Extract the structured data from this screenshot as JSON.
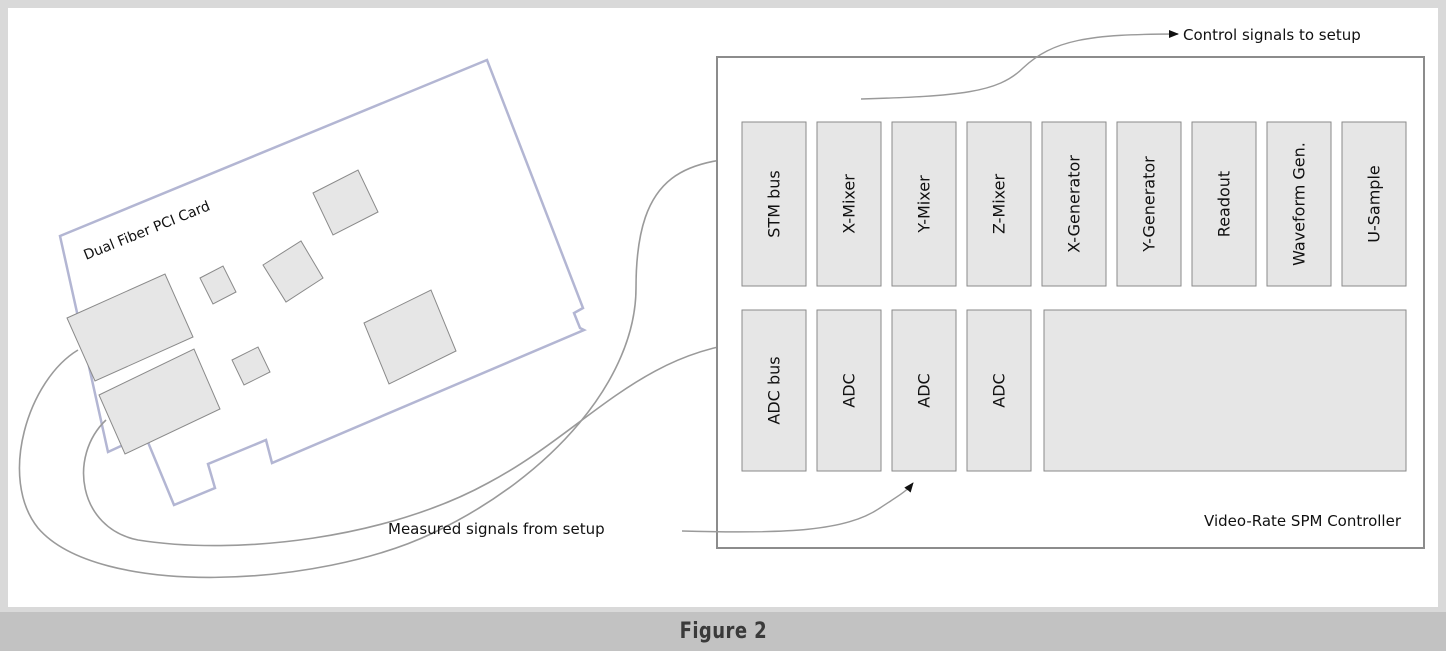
{
  "pci_card": {
    "label": "Dual Fiber PCI Card"
  },
  "controller": {
    "label": "Video-Rate SPM Controller",
    "top_modules": [
      {
        "label": "STM bus"
      },
      {
        "label": "X-Mixer"
      },
      {
        "label": "Y-Mixer"
      },
      {
        "label": "Z-Mixer"
      },
      {
        "label": "X-Generator"
      },
      {
        "label": "Y-Generator"
      },
      {
        "label": "Readout"
      },
      {
        "label": "Waveform Gen."
      },
      {
        "label": "U-Sample"
      }
    ],
    "bottom_modules": [
      {
        "label": "ADC bus"
      },
      {
        "label": "ADC"
      },
      {
        "label": "ADC"
      },
      {
        "label": "ADC"
      }
    ]
  },
  "annotations": {
    "control_signals": "Control signals to setup",
    "measured_signals": "Measured signals from setup"
  },
  "caption": "Figure 2",
  "colors": {
    "card_outline": "#b3b6d3",
    "box_fill": "#e6e6e6",
    "box_stroke": "#8a8a8a",
    "cable": "#9a9a9a",
    "controller_border": "#8c8c8c"
  }
}
